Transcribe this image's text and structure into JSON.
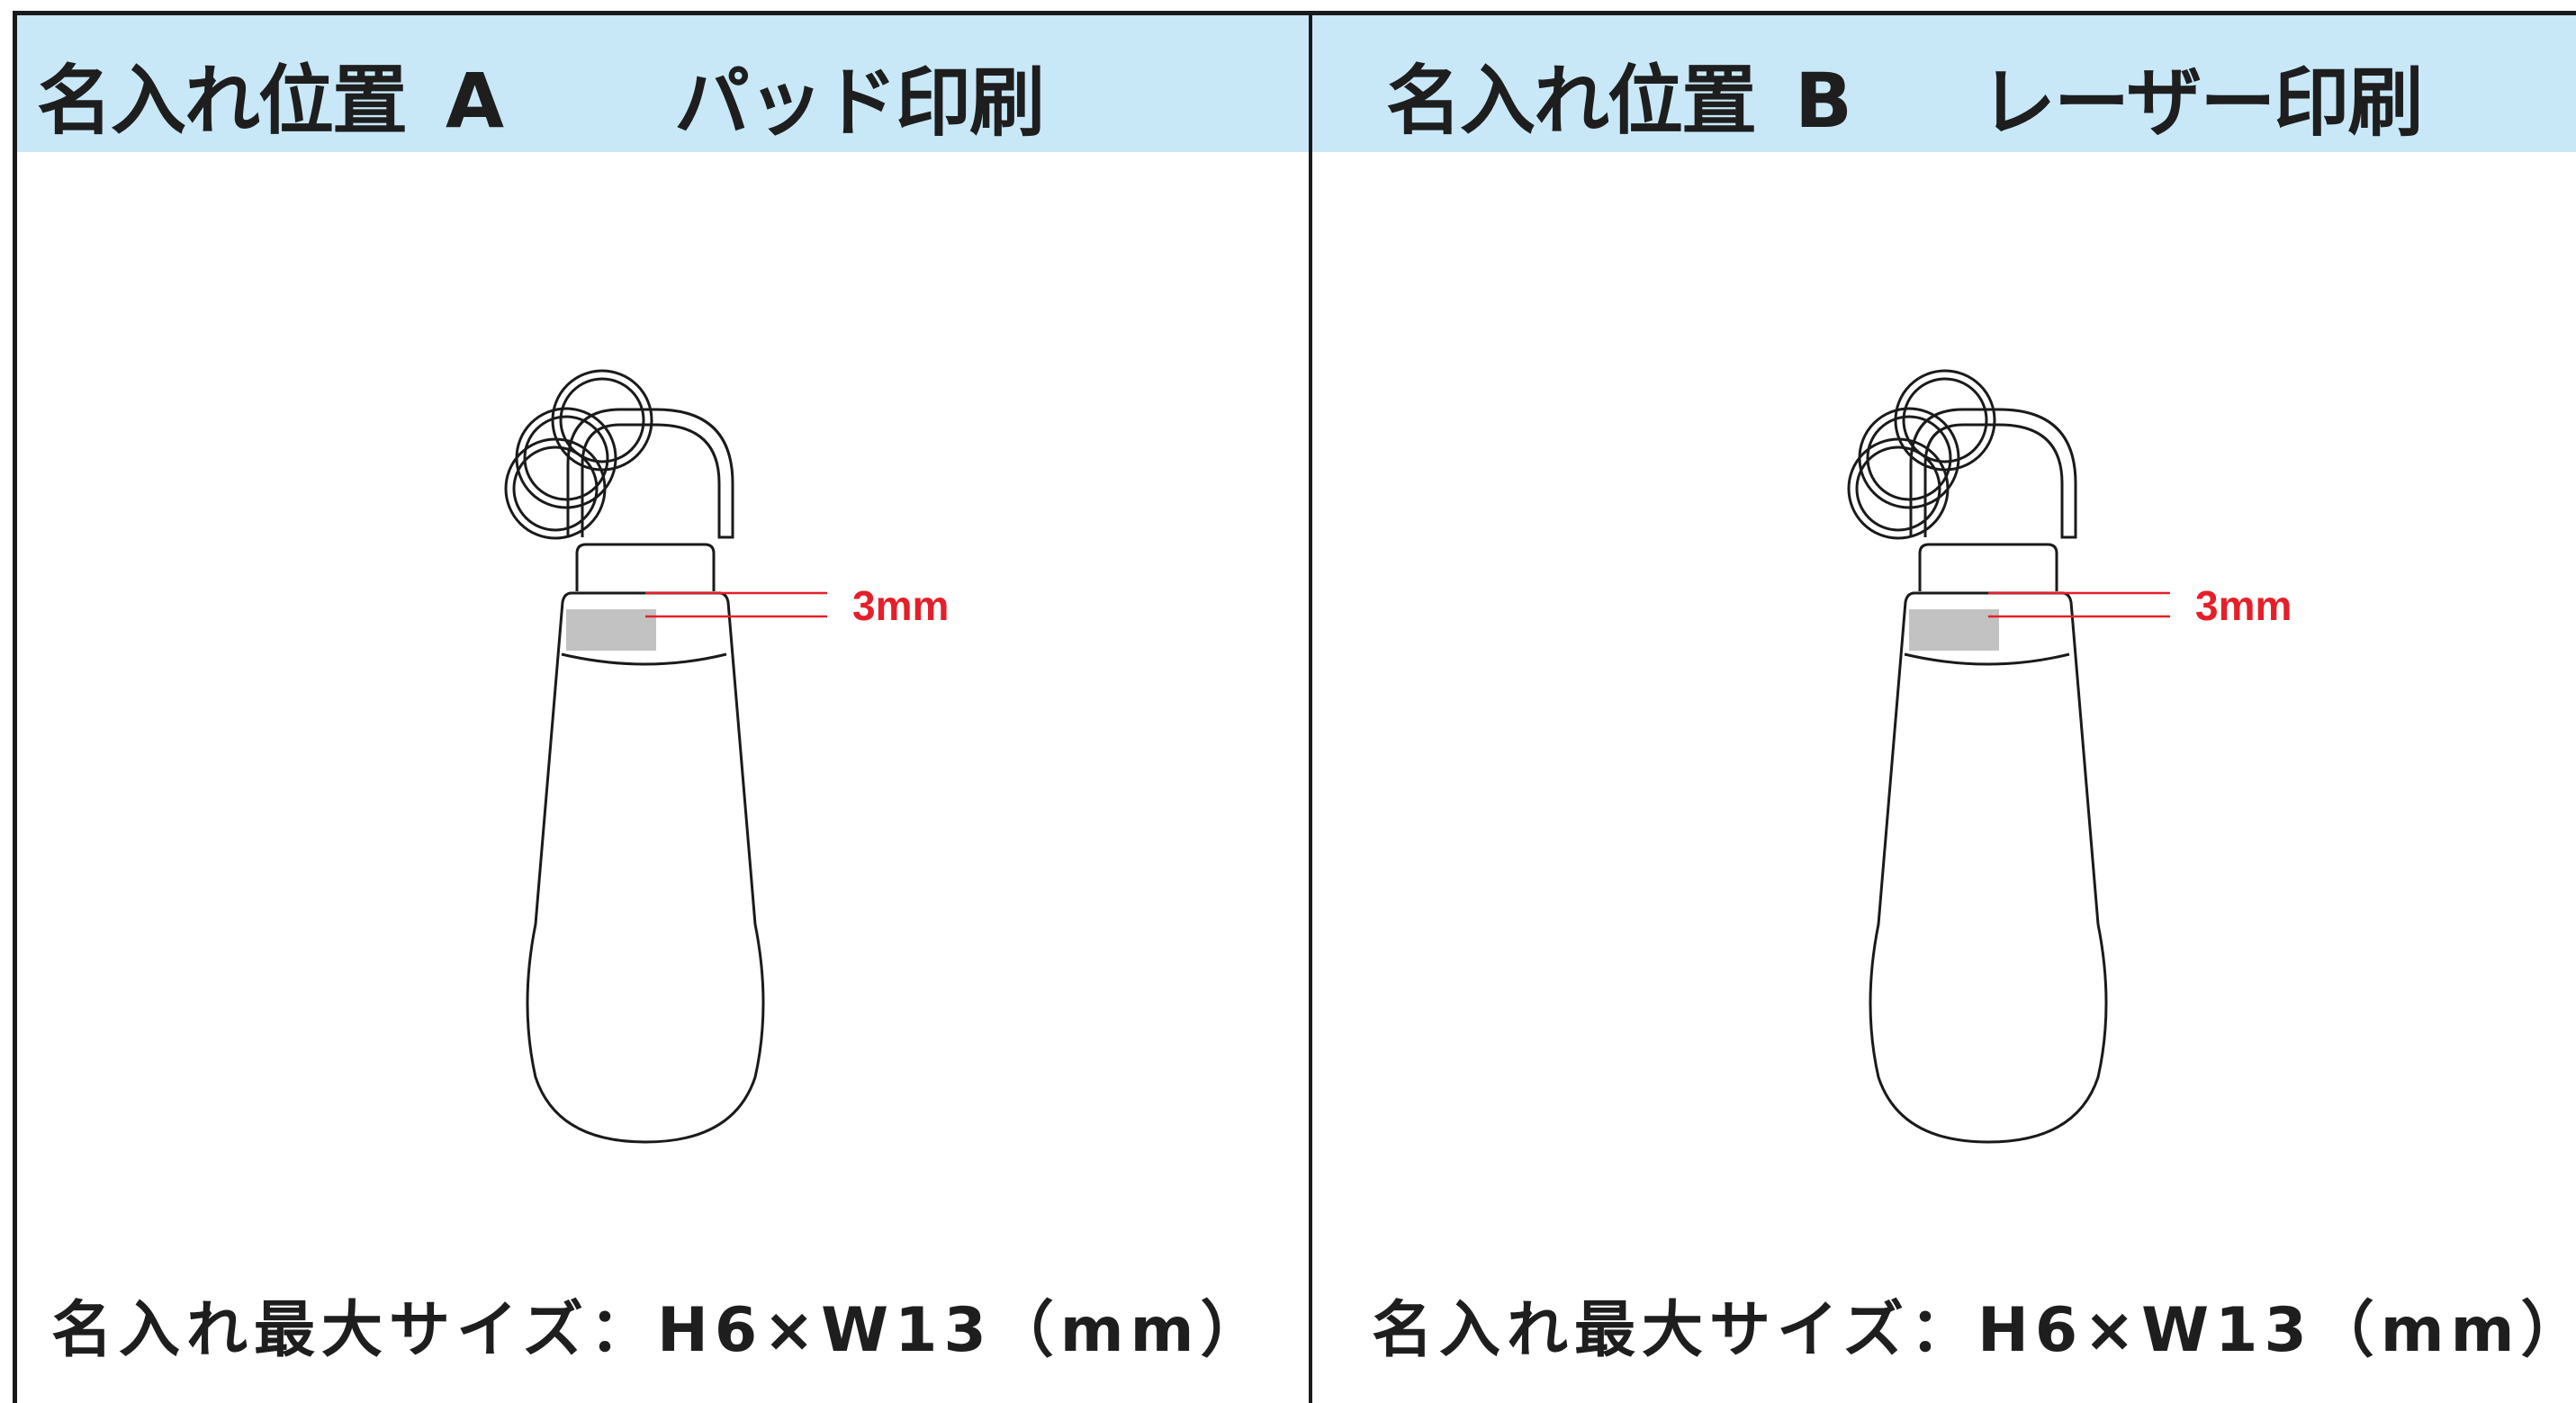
{
  "colors": {
    "header_bg": "#c8e8f8",
    "outline": "#1a1a1a",
    "dimension_red": "#e51f2a",
    "print_area_gray": "#c2c2c2"
  },
  "panels": [
    {
      "position_label": "名入れ位置",
      "position_letter": "A",
      "method": "パッド印刷",
      "dimension": "3mm",
      "max_size": "名入れ最大サイズ：H6×W13（mm）"
    },
    {
      "position_label": "名入れ位置",
      "position_letter": "B",
      "method": "レーザー印刷",
      "dimension": "3mm",
      "max_size": "名入れ最大サイズ：H6×W13（mm）"
    }
  ]
}
